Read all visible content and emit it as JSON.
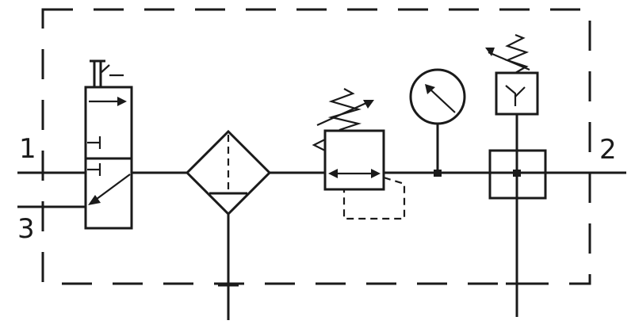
{
  "ports": {
    "port_1": "1",
    "port_2": "2",
    "port_3": "3"
  },
  "colors": {
    "stroke": "#1a1a1a",
    "background": "#ffffff"
  }
}
